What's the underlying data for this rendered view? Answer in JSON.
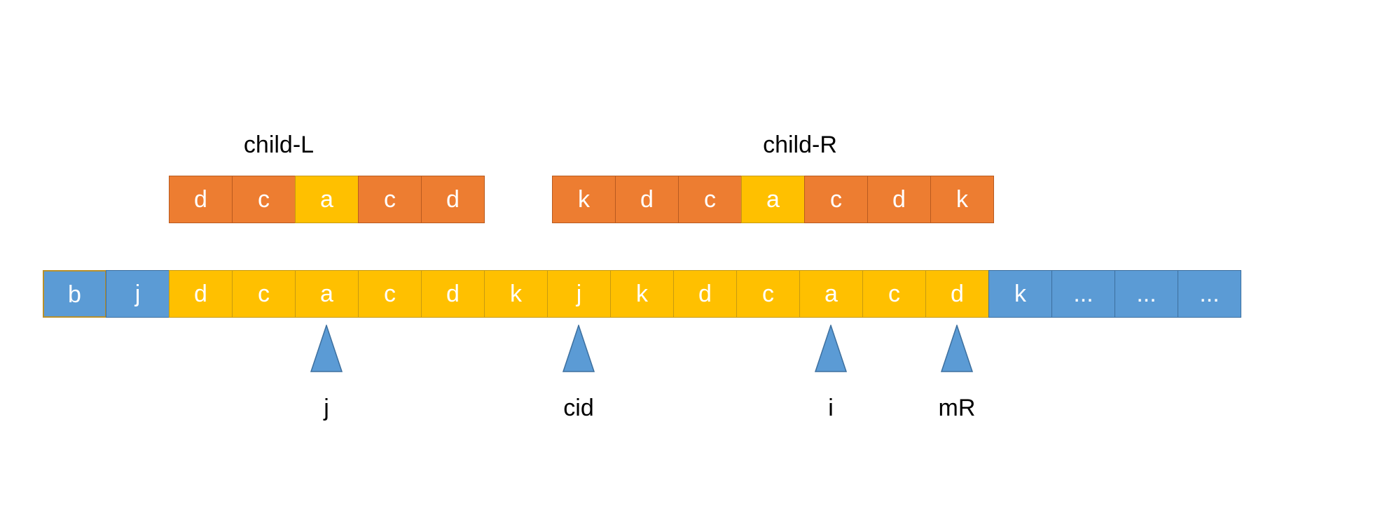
{
  "child_left": {
    "label": "child-L",
    "cells": [
      {
        "text": "d",
        "color": "orange"
      },
      {
        "text": "c",
        "color": "orange"
      },
      {
        "text": "a",
        "color": "yellow"
      },
      {
        "text": "c",
        "color": "orange"
      },
      {
        "text": "d",
        "color": "orange"
      }
    ]
  },
  "child_right": {
    "label": "child-R",
    "cells": [
      {
        "text": "k",
        "color": "orange"
      },
      {
        "text": "d",
        "color": "orange"
      },
      {
        "text": "c",
        "color": "orange"
      },
      {
        "text": "a",
        "color": "yellow"
      },
      {
        "text": "c",
        "color": "orange"
      },
      {
        "text": "d",
        "color": "orange"
      },
      {
        "text": "k",
        "color": "orange"
      }
    ]
  },
  "main_array": [
    {
      "text": "b",
      "color": "blue-gold"
    },
    {
      "text": "j",
      "color": "blue"
    },
    {
      "text": "d",
      "color": "yellow"
    },
    {
      "text": "c",
      "color": "yellow"
    },
    {
      "text": "a",
      "color": "yellow"
    },
    {
      "text": "c",
      "color": "yellow"
    },
    {
      "text": "d",
      "color": "yellow"
    },
    {
      "text": "k",
      "color": "yellow"
    },
    {
      "text": "j",
      "color": "yellow"
    },
    {
      "text": "k",
      "color": "yellow"
    },
    {
      "text": "d",
      "color": "yellow"
    },
    {
      "text": "c",
      "color": "yellow"
    },
    {
      "text": "a",
      "color": "yellow"
    },
    {
      "text": "c",
      "color": "yellow"
    },
    {
      "text": "d",
      "color": "yellow"
    },
    {
      "text": "k",
      "color": "blue"
    },
    {
      "text": "...",
      "color": "blue"
    },
    {
      "text": "...",
      "color": "blue"
    },
    {
      "text": "...",
      "color": "blue"
    }
  ],
  "pointers": [
    {
      "label": "j",
      "index": 4
    },
    {
      "label": "cid",
      "index": 8
    },
    {
      "label": "i",
      "index": 12
    },
    {
      "label": "mR",
      "index": 14
    }
  ],
  "colors": {
    "orange": "#ed7d31",
    "yellow": "#ffc000",
    "blue": "#5b9bd5"
  }
}
